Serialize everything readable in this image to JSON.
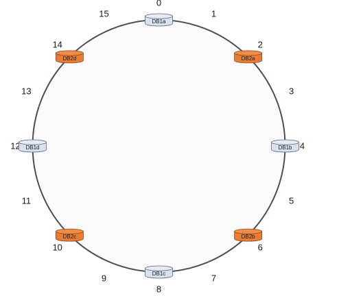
{
  "positions": [
    "0",
    "1",
    "2",
    "3",
    "4",
    "5",
    "6",
    "7",
    "8",
    "9",
    "10",
    "11",
    "12",
    "13",
    "14",
    "15"
  ],
  "nodes": [
    {
      "label": "DB1a",
      "slot": 0,
      "group": "db1"
    },
    {
      "label": "DB2a",
      "slot": 2,
      "group": "db2"
    },
    {
      "label": "DB1b",
      "slot": 4,
      "group": "db1"
    },
    {
      "label": "DB2b",
      "slot": 6,
      "group": "db2"
    },
    {
      "label": "DB1c",
      "slot": 8,
      "group": "db1"
    },
    {
      "label": "DB2c",
      "slot": 10,
      "group": "db2"
    },
    {
      "label": "DB1d",
      "slot": 12,
      "group": "db1"
    },
    {
      "label": "DB2d",
      "slot": 14,
      "group": "db2"
    }
  ],
  "colors": {
    "ring_fill": "#fbfbfb",
    "ring_stroke": "#4a4f5c",
    "db1_fill": "#d6e2ef",
    "db1_top": "#e4edf6",
    "db1_stroke": "#5e6673",
    "db2_fill": "#e87c33",
    "db2_top": "#f08d48",
    "db2_stroke": "#8a4a1e"
  }
}
